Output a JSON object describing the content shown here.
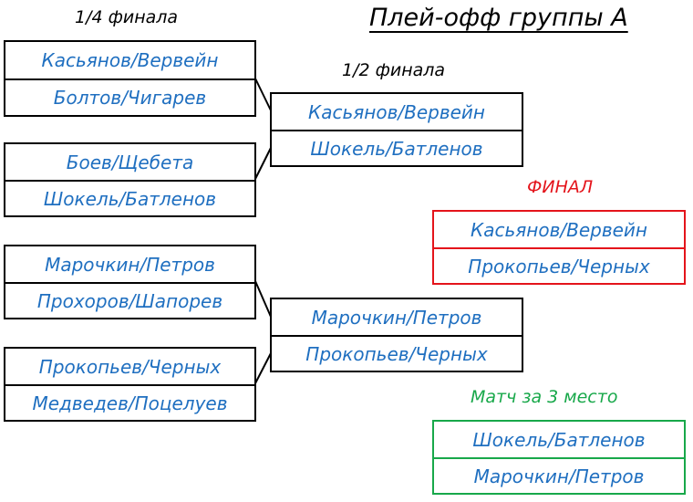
{
  "title": "Плей-офф группы А",
  "labels": {
    "quarterfinal": "1/4 финала",
    "semifinal": "1/2 финала",
    "final": "ФИНАЛ",
    "third_place": "Матч за 3 место"
  },
  "colors": {
    "team_text": "#1f6fc0",
    "final_accent": "#e4141b",
    "third_place_accent": "#18a84a",
    "line": "#000000"
  },
  "quarterfinals": [
    {
      "top": "Касьянов/Вервейн",
      "bottom": "Болтов/Чигарев"
    },
    {
      "top": "Боев/Щебета",
      "bottom": "Шокель/Батленов"
    },
    {
      "top": "Марочкин/Петров",
      "bottom": "Прохоров/Шапорев"
    },
    {
      "top": "Прокопьев/Черных",
      "bottom": "Медведев/Поцелуев"
    }
  ],
  "semifinals": [
    {
      "top": "Касьянов/Вервейн",
      "bottom": "Шокель/Батленов"
    },
    {
      "top": "Марочкин/Петров",
      "bottom": "Прокопьев/Черных"
    }
  ],
  "final": {
    "top": "Касьянов/Вервейн",
    "bottom": "Прокопьев/Черных"
  },
  "third_place": {
    "top": "Шокель/Батленов",
    "bottom": "Марочкин/Петров"
  }
}
